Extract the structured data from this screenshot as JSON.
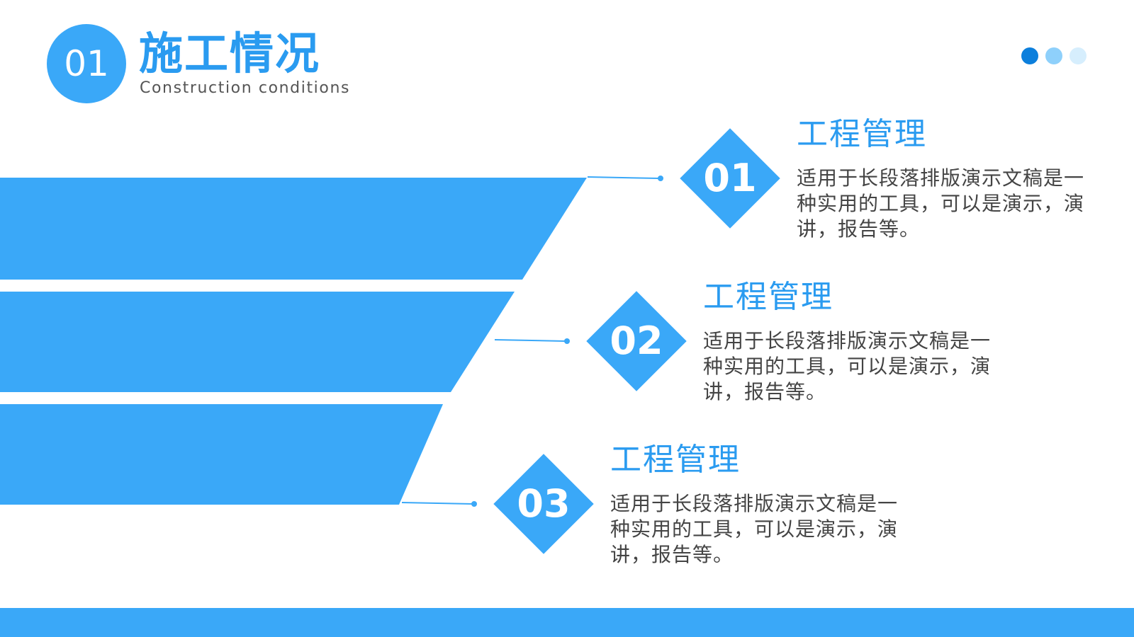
{
  "header": {
    "number": "01",
    "title": "施工情况",
    "subtitle": "Construction conditions"
  },
  "pagination": {
    "dots": 3,
    "active": 1
  },
  "items": [
    {
      "number": "01",
      "heading": "工程管理",
      "body": "适用于长段落排版演示文稿是一种实用的工具，可以是演示，演讲，报告等。"
    },
    {
      "number": "02",
      "heading": "工程管理",
      "body": "适用于长段落排版演示文稿是一种实用的工具，可以是演示，演讲，报告等。"
    },
    {
      "number": "03",
      "heading": "工程管理",
      "body": "适用于长段落排版演示文稿是一种实用的工具，可以是演示，演讲，报告等。"
    }
  ],
  "colors": {
    "accent": "#3aa8f8",
    "accent_dark": "#0c7fdc",
    "heading": "#2a9bf0",
    "body_text": "#444444"
  }
}
